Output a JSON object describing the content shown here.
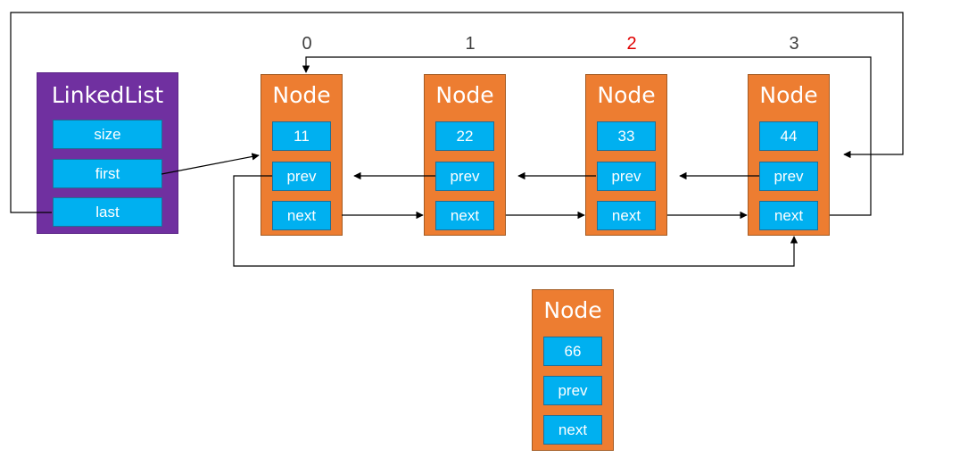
{
  "linked_list": {
    "title": "LinkedList",
    "fields": [
      "size",
      "first",
      "last"
    ]
  },
  "indices": [
    "0",
    "1",
    "2",
    "3"
  ],
  "highlighted_index": "2",
  "nodes": [
    {
      "title": "Node",
      "value": "11",
      "prev": "prev",
      "next": "next"
    },
    {
      "title": "Node",
      "value": "22",
      "prev": "prev",
      "next": "next"
    },
    {
      "title": "Node",
      "value": "33",
      "prev": "prev",
      "next": "next"
    },
    {
      "title": "Node",
      "value": "44",
      "prev": "prev",
      "next": "next"
    }
  ],
  "new_node": {
    "title": "Node",
    "value": "66",
    "prev": "prev",
    "next": "next"
  },
  "colors": {
    "list_fill": "#7030a0",
    "node_fill": "#ed7d31",
    "field_fill": "#00b0f0",
    "highlight_index": "#e00000"
  }
}
